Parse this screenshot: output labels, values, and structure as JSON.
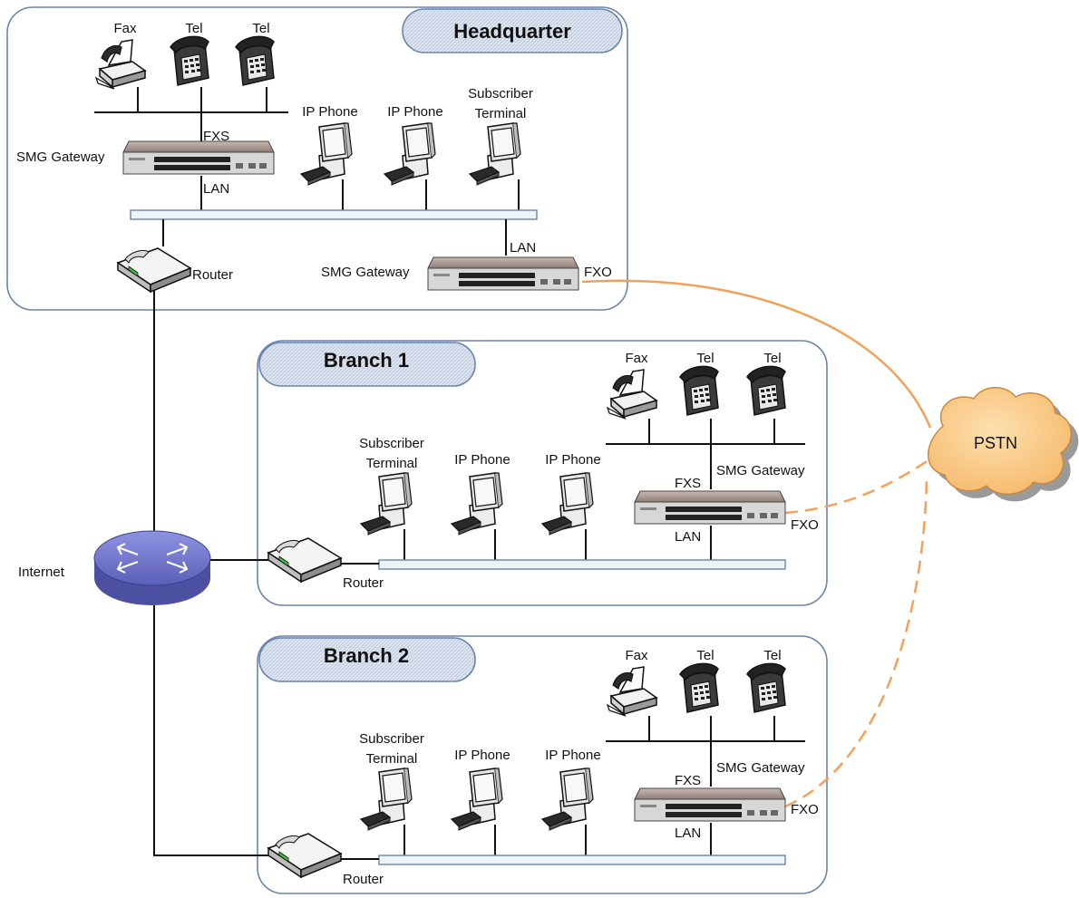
{
  "sites": {
    "headquarter": {
      "title": "Headquarter"
    },
    "branch1": {
      "title": "Branch 1"
    },
    "branch2": {
      "title": "Branch 2"
    }
  },
  "labels": {
    "fax": "Fax",
    "tel": "Tel",
    "ip_phone": "IP Phone",
    "subscriber_line1": "Subscriber",
    "subscriber_line2": "Terminal",
    "smg_gateway": "SMG Gateway",
    "router": "Router",
    "fxs": "FXS",
    "fxo": "FXO",
    "lan": "LAN",
    "internet": "Internet",
    "pstn": "PSTN"
  },
  "colors": {
    "site_border": "#6a84ad",
    "pstn_link": "#f3a15a",
    "cloud_fill": "#fbcf8f",
    "internet_icon": "#6a6fc4",
    "router_led": "#3fbf3f"
  }
}
